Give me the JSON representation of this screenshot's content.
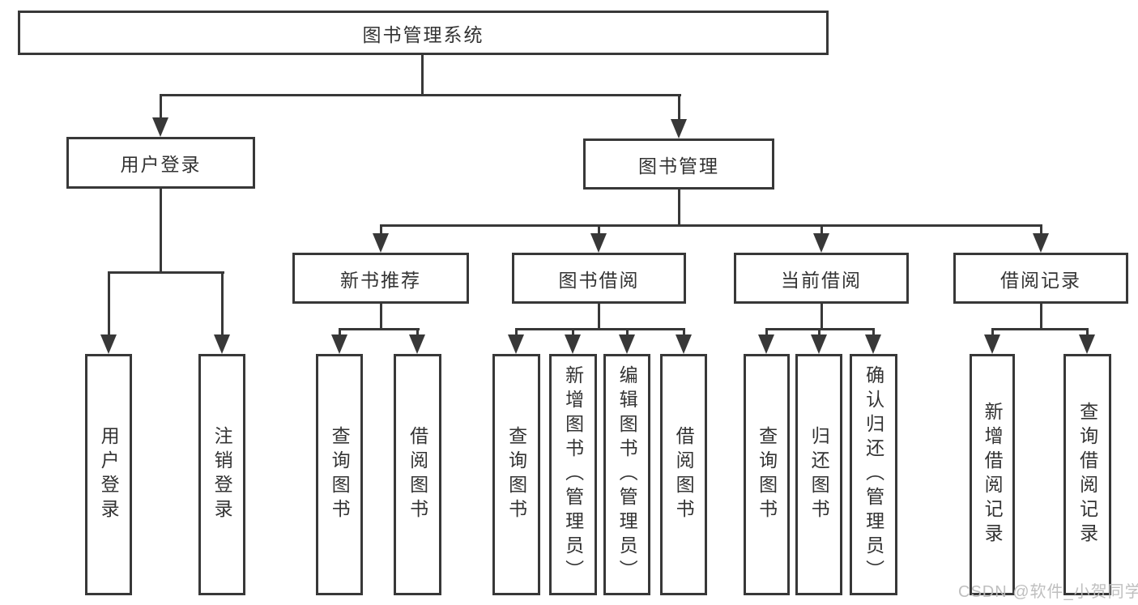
{
  "nodes": {
    "root": "图书管理系统",
    "user_login": "用户登录",
    "book_mgmt": "图书管理",
    "new_rec": "新书推荐",
    "borrow": "图书借阅",
    "current": "当前借阅",
    "records": "借阅记录",
    "ul_login": "用户登录",
    "ul_logout": "注销登录",
    "nr_query": "查询图书",
    "nr_borrow": "借阅图书",
    "bb_query": "查询图书",
    "bb_add": "新增图书（管理员）",
    "bb_edit": "编辑图书（管理员）",
    "bb_borrow": "借阅图书",
    "cb_query": "查询图书",
    "cb_return": "归还图书",
    "cb_confirm": "确认归还（管理员）",
    "br_add": "新增借阅记录",
    "br_query": "查询借阅记录"
  },
  "watermark": {
    "text": "CSDN @软件_小贺同学",
    "color": "#bcbcbc"
  },
  "colors": {
    "line": "#383838",
    "text": "#333333",
    "background": "#ffffff"
  }
}
